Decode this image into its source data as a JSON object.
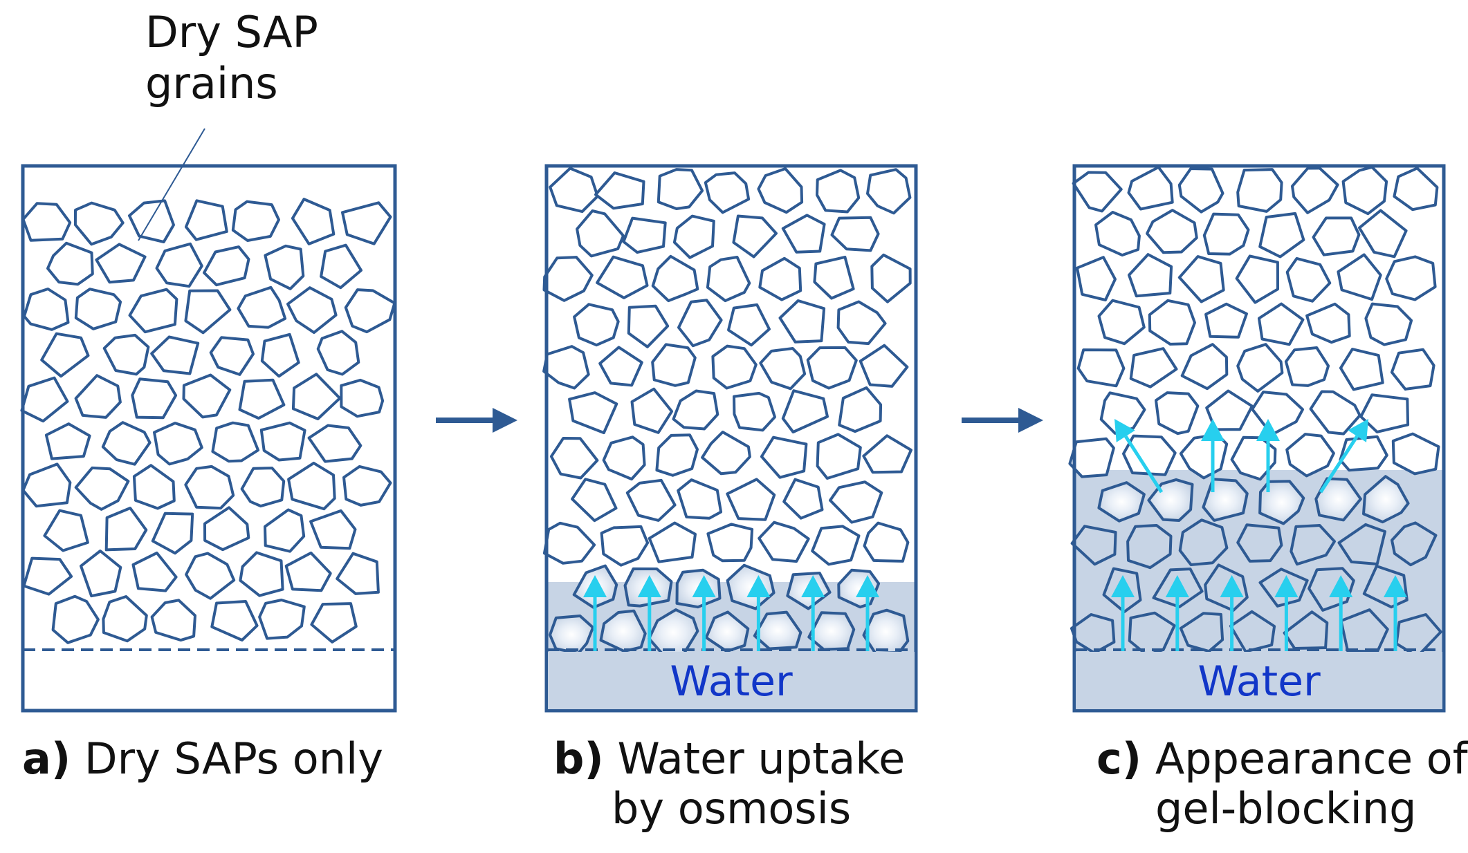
{
  "callout": {
    "line1": "Dry SAP",
    "line2": "grains"
  },
  "panels": [
    {
      "id": "a",
      "caption_letter": "a)",
      "caption_line1": "Dry SAPs only",
      "caption_line2": "",
      "water_label": "",
      "swollen_rows": 0,
      "gel_rows": 0,
      "water_arrows": 0,
      "diverging_arrows": 0
    },
    {
      "id": "b",
      "caption_letter": "b)",
      "caption_line1": "Water uptake",
      "caption_line2": "by osmosis",
      "water_label": "Water",
      "swollen_rows": 2,
      "gel_rows": 0,
      "water_arrows": 6,
      "diverging_arrows": 0
    },
    {
      "id": "c",
      "caption_letter": "c)",
      "caption_line1": "Appearance of",
      "caption_line2": "gel-blocking",
      "water_label": "Water",
      "swollen_rows": 3,
      "gel_rows": 3,
      "water_arrows": 6,
      "diverging_arrows": 4
    }
  ],
  "colors": {
    "outline": "#2e5a93",
    "wet_fill": "#c7d4e5",
    "grain_glow_center": "#ffffff",
    "arrow_cyan": "#27cfee",
    "water_text": "#1136c8",
    "process_arrow": "#2e5a93"
  }
}
